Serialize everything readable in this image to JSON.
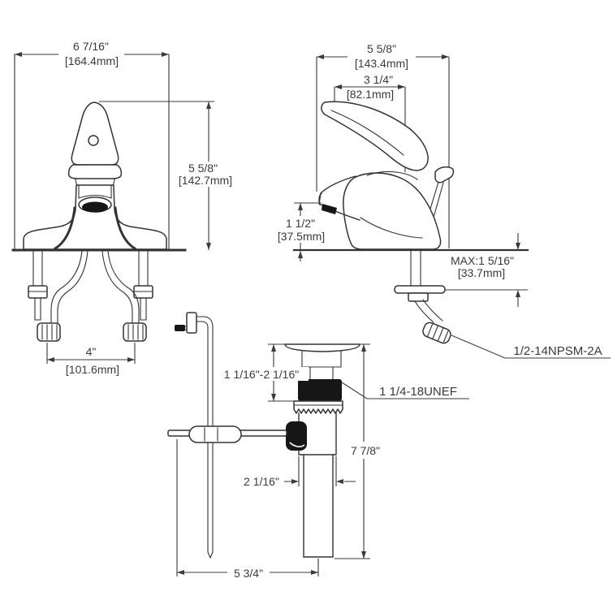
{
  "drawing": {
    "front": {
      "width_in": "6 7/16\"",
      "width_mm": "[164.4mm]",
      "height_in": "5 5/8\"",
      "height_mm": "[142.7mm]",
      "centers_in": "4\"",
      "centers_mm": "[101.6mm]"
    },
    "side": {
      "depth_in": "5 5/8\"",
      "depth_mm": "[143.4mm]",
      "handle_in": "3 1/4\"",
      "handle_mm": "[82.1mm]",
      "spout_in": "1 1/2\"",
      "spout_mm": "[37.5mm]",
      "deck_max_in": "MAX:1 5/16\"",
      "deck_max_mm": "[33.7mm]",
      "supply_thread": "1/2-14NPSM-2A"
    },
    "drain": {
      "lift_range": "1 1/16\"-2 1/16\"",
      "thread": "1 1/4-18UNEF",
      "height_in": "7 7/8\"",
      "body_in": "2 1/16\"",
      "offset_in": "5 3/4\""
    },
    "colors": {
      "ink": "#333333",
      "fill_dark": "#161616",
      "background": "#ffffff"
    }
  }
}
